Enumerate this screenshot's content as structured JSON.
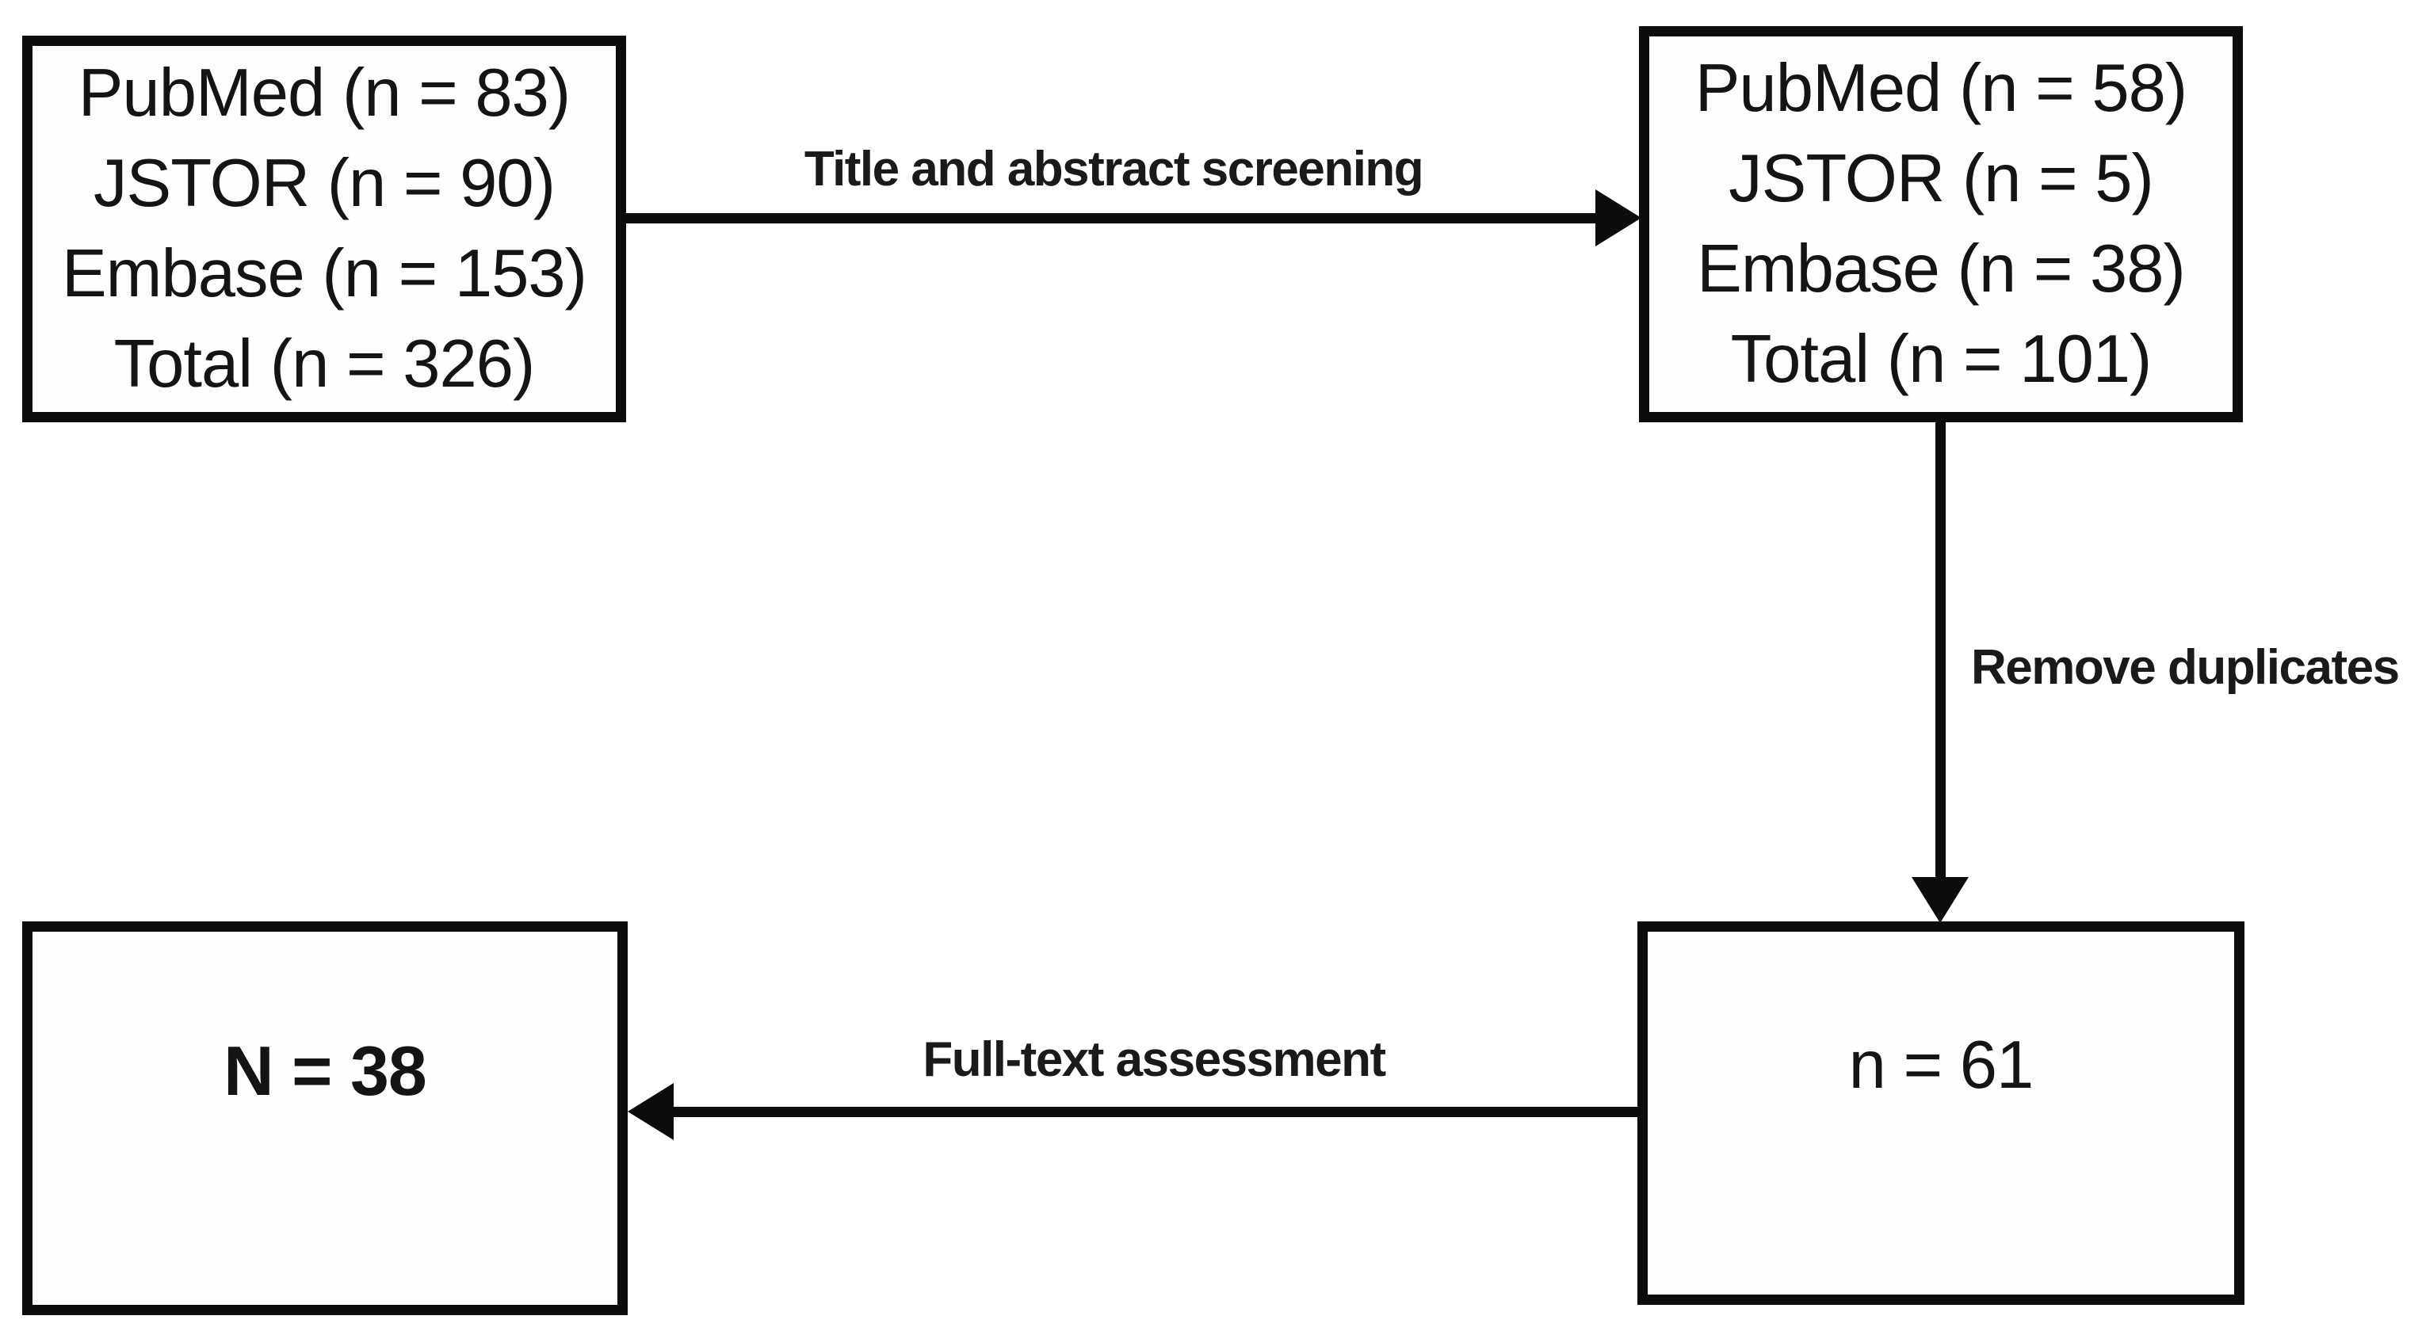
{
  "diagram_type": "literature-screening-flowchart",
  "boxes": {
    "search_results": {
      "lines": [
        "PubMed (n = 83)",
        "JSTOR (n = 90)",
        "Embase (n = 153)",
        "Total (n = 326)"
      ]
    },
    "after_screening": {
      "lines": [
        "PubMed (n = 58)",
        "JSTOR (n = 5)",
        "Embase (n = 38)",
        "Total (n = 101)"
      ]
    },
    "after_deduplication": {
      "text": "n = 61"
    },
    "included": {
      "text": "N = 38"
    }
  },
  "arrows": [
    {
      "label": "Title and abstract screening",
      "from": "search_results",
      "to": "after_screening",
      "direction": "right"
    },
    {
      "label": "Remove duplicates",
      "from": "after_screening",
      "to": "after_deduplication",
      "direction": "down"
    },
    {
      "label": "Full-text assessment",
      "from": "after_deduplication",
      "to": "included",
      "direction": "left"
    }
  ],
  "colors": {
    "line": "#0c0c0c",
    "text": "#141414",
    "background": "#ffffff",
    "box_fill": "#fdfdfd"
  }
}
